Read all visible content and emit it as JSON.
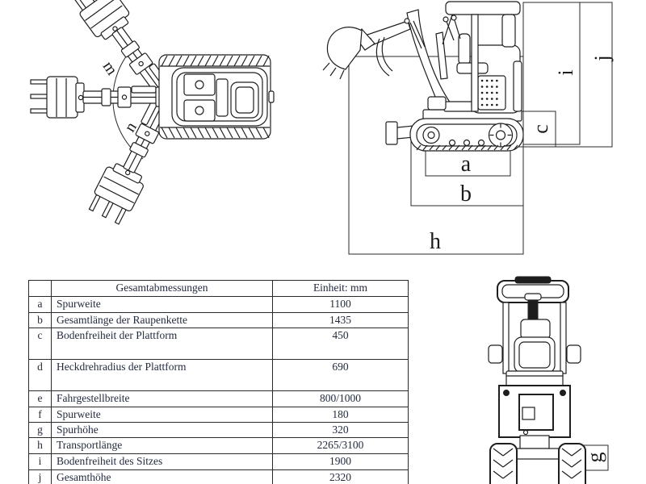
{
  "diagram": {
    "top_view": {
      "labels": {
        "m": "m",
        "n": "n"
      }
    },
    "side_view": {
      "labels": {
        "a": "a",
        "b": "b",
        "c": "c",
        "h": "h",
        "i": "i",
        "j": "j"
      }
    },
    "rear_view": {
      "labels": {
        "g": "g"
      }
    }
  },
  "table": {
    "header": {
      "corner": "",
      "title": "Gesamtabmessungen",
      "unit": "Einheit: mm"
    },
    "rows": [
      {
        "key": "a",
        "label": "Spurweite",
        "value": "1100"
      },
      {
        "key": "b",
        "label": "Gesamtlänge der Raupenkette",
        "value": "1435"
      },
      {
        "key": "c",
        "label": "Bodenfreiheit der Plattform",
        "value": "450"
      },
      {
        "key": "d",
        "label": "Heckdrehradius der Plattform",
        "value": "690"
      },
      {
        "key": "e",
        "label": "Fahrgestellbreite",
        "value": "800/1000"
      },
      {
        "key": "f",
        "label": "Spurweite",
        "value": "180"
      },
      {
        "key": "g",
        "label": "Spurhöhe",
        "value": "320"
      },
      {
        "key": "h",
        "label": "Transportlänge",
        "value": "2265/3100"
      },
      {
        "key": "i",
        "label": "Bodenfreiheit des Sitzes",
        "value": "1900"
      },
      {
        "key": "j",
        "label": "Gesamthöhe",
        "value": "2320"
      }
    ]
  },
  "colors": {
    "ink": "#1e1e1e",
    "text": "#232b3d",
    "background": "#ffffff"
  }
}
